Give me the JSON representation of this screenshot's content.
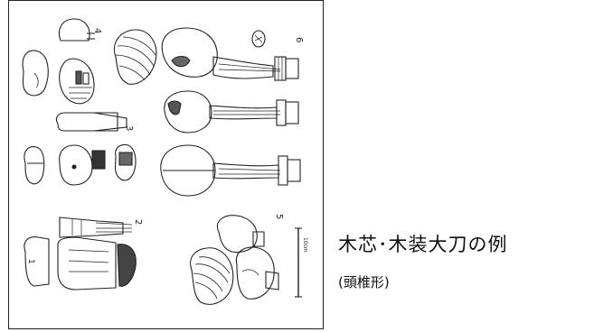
{
  "caption": {
    "title": "木芯･木装大刀の例",
    "subtitle": "(頭椎形)"
  },
  "figure": {
    "number_labels": [
      "1",
      "2",
      "3",
      "4",
      "5",
      "6"
    ],
    "scale_label": "10cm"
  }
}
